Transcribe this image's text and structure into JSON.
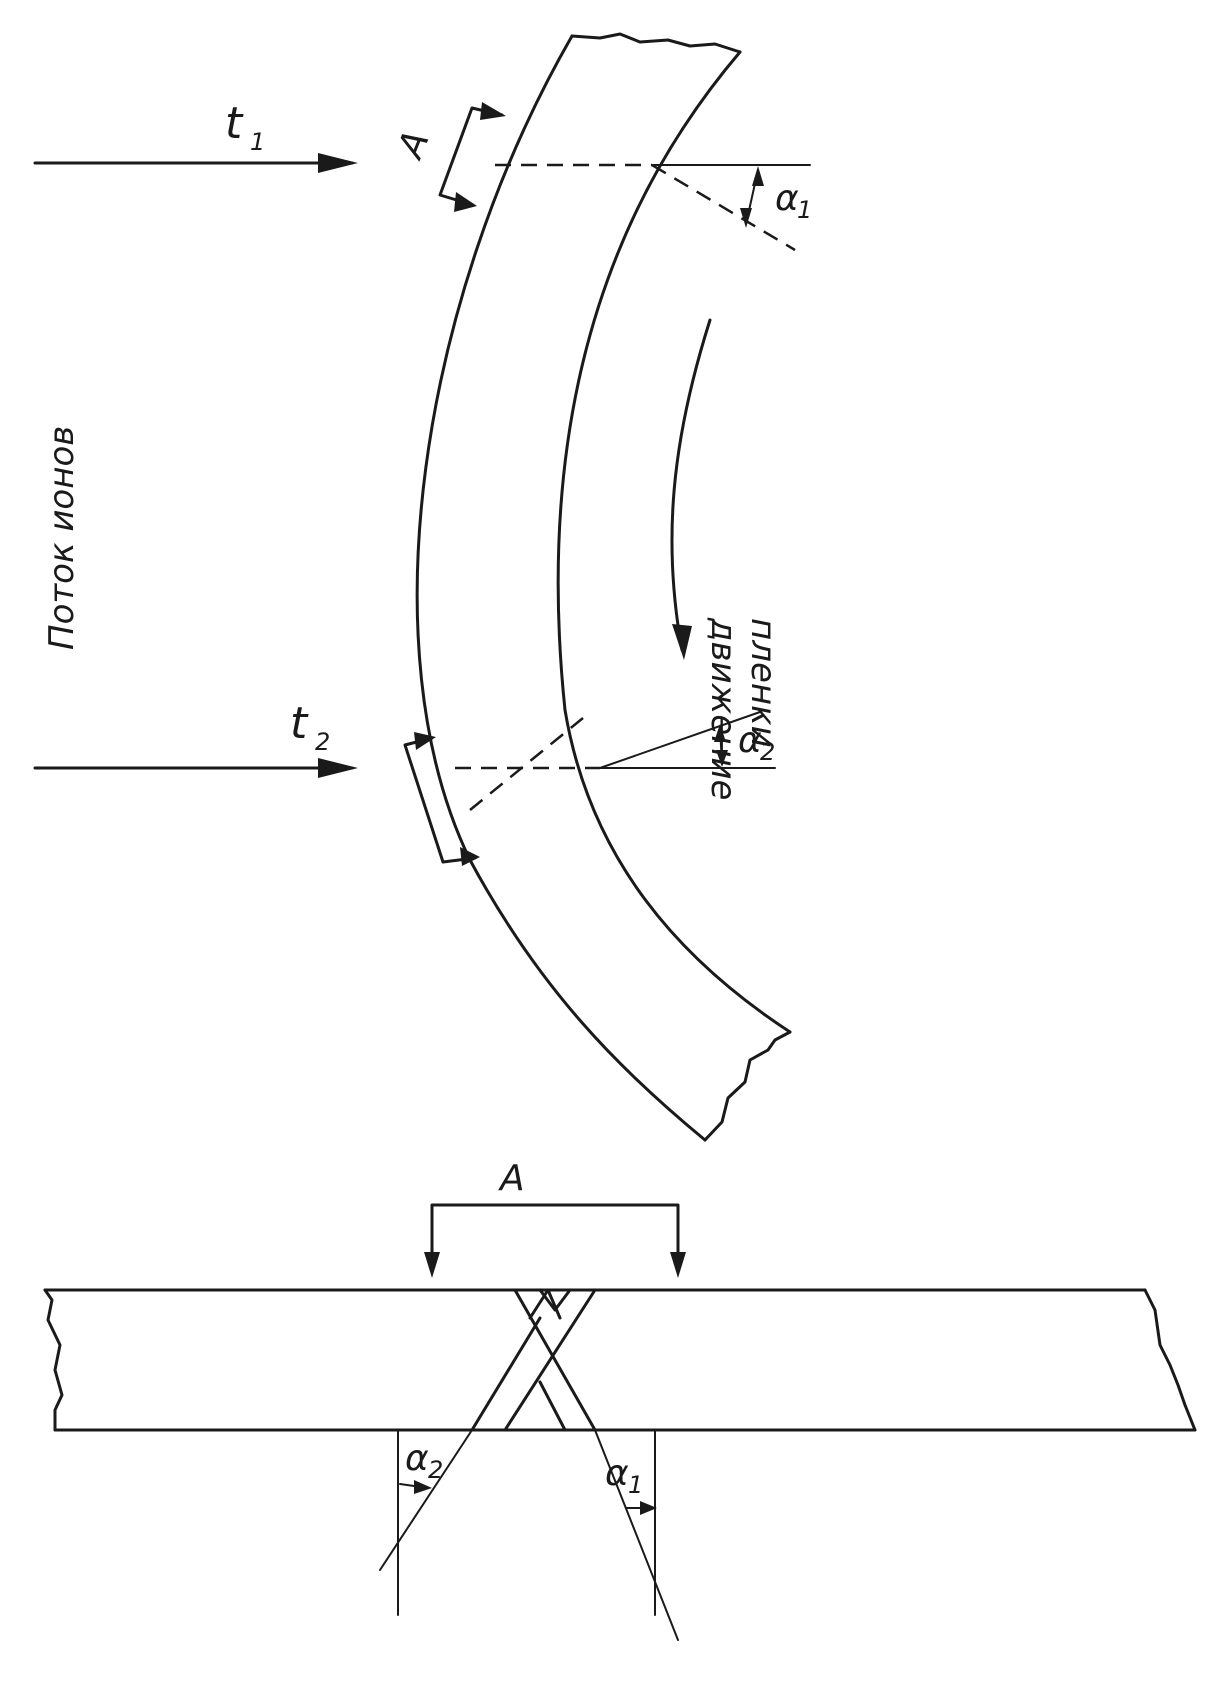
{
  "labels": {
    "t1_main": "t",
    "t1_sub": "1",
    "t2_main": "t",
    "t2_sub": "2",
    "section_top": "A",
    "section_bottom": "A",
    "alpha1_top": "α",
    "alpha1_top_sub": "1",
    "alpha2_top": "α",
    "alpha2_top_sub": "2",
    "alpha1_bottom": "α",
    "alpha1_bottom_sub": "1",
    "alpha2_bottom": "α",
    "alpha2_bottom_sub": "2",
    "ion_flow": "Поток ионов",
    "film_motion_line1": "движение",
    "film_motion_line2": "пленки"
  }
}
